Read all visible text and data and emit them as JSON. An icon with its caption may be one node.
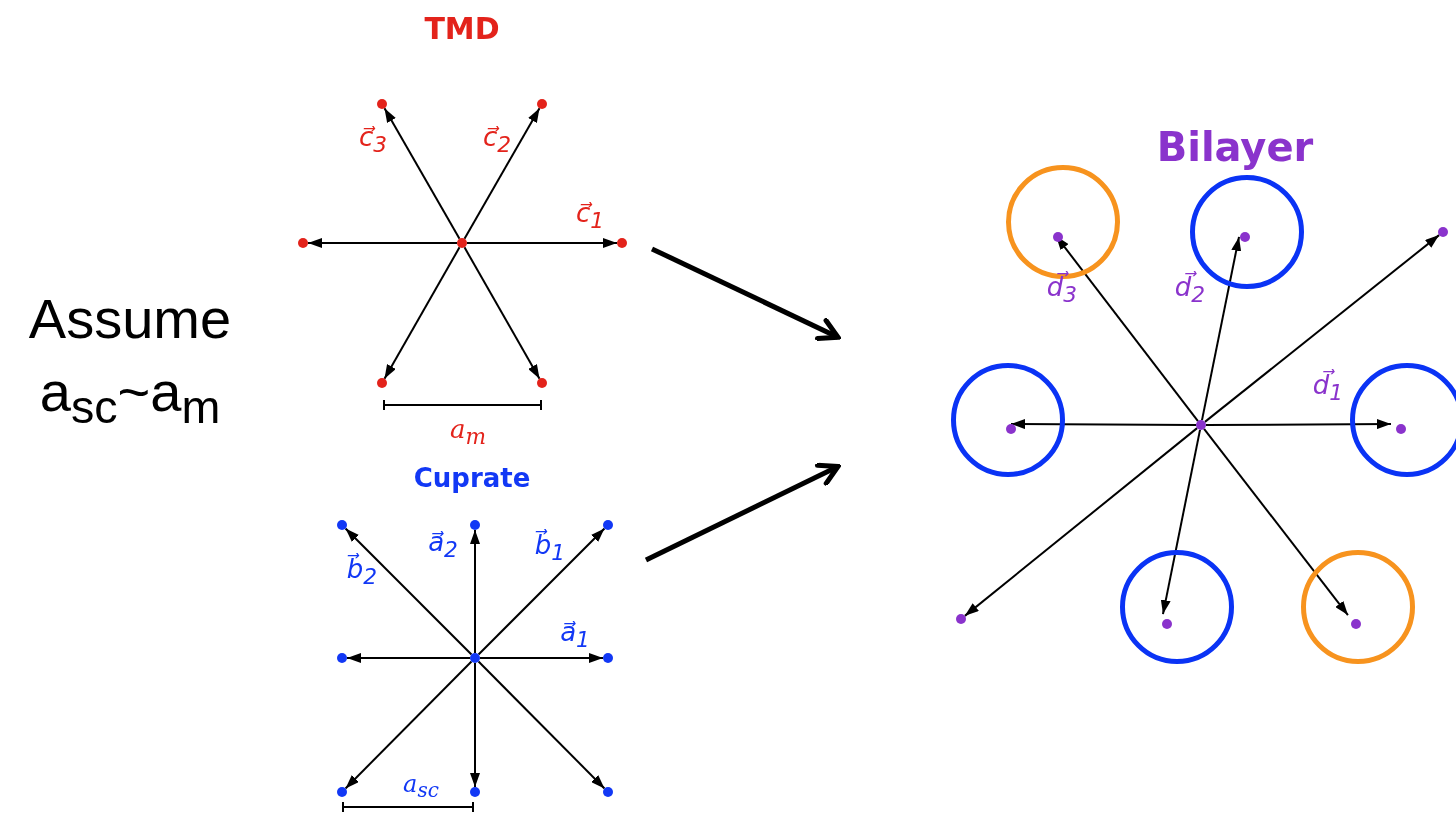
{
  "diagram": {
    "nodes": [
      {
        "text": [
          "TMD"
        ]
      },
      {
        "text": [],
        "shape": "dot",
        "in": 0
      },
      {
        "text": [],
        "shape": "dot",
        "in": 0
      },
      {
        "text": [],
        "shape": "dot",
        "in": 0
      },
      {
        "text": [],
        "shape": "dot",
        "in": 0
      },
      {
        "text": [],
        "shape": "dot",
        "in": 0
      },
      {
        "text": [],
        "shape": "dot",
        "in": 0
      },
      {
        "text": [],
        "shape": "dot",
        "in": 0
      },
      {
        "text": [
          "Cuprate"
        ]
      },
      {
        "text": [],
        "shape": "dot",
        "in": 8
      },
      {
        "text": [],
        "shape": "dot",
        "in": 8
      },
      {
        "text": [],
        "shape": "dot",
        "in": 8
      },
      {
        "text": [],
        "shape": "dot",
        "in": 8
      },
      {
        "text": [],
        "shape": "dot",
        "in": 8
      },
      {
        "text": [],
        "shape": "dot",
        "in": 8
      },
      {
        "text": [],
        "shape": "dot",
        "in": 8
      },
      {
        "text": [],
        "shape": "dot",
        "in": 8
      },
      {
        "text": [],
        "shape": "dot",
        "in": 8
      },
      {
        "text": [
          "Bilayer"
        ]
      },
      {
        "text": [],
        "shape": "dot",
        "in": 18
      },
      {
        "text": [],
        "shape": "circle",
        "in": 18
      },
      {
        "text": [],
        "shape": "dot",
        "in": 20
      },
      {
        "text": [],
        "shape": "circle",
        "in": 18
      },
      {
        "text": [],
        "shape": "dot",
        "in": 22
      },
      {
        "text": [],
        "shape": "dot",
        "in": 18
      },
      {
        "text": [],
        "shape": "circle",
        "in": 18
      },
      {
        "text": [],
        "shape": "dot",
        "in": 25
      },
      {
        "text": [],
        "shape": "circle",
        "in": 18
      },
      {
        "text": [],
        "shape": "dot",
        "in": 27
      },
      {
        "text": [],
        "shape": "dot",
        "in": 18
      },
      {
        "text": [],
        "shape": "circle",
        "in": 18
      },
      {
        "text": [],
        "shape": "dot",
        "in": 30
      },
      {
        "text": [],
        "shape": "circle",
        "in": 18
      },
      {
        "text": [],
        "shape": "dot",
        "in": 32
      }
    ],
    "edges": [
      {
        "from": 1,
        "to": 2,
        "arrow": "to",
        "label": "c⃗$_{1}$"
      },
      {
        "from": 1,
        "to": 3,
        "arrow": "to",
        "label": "c⃗$_{2}$"
      },
      {
        "from": 1,
        "to": 4,
        "arrow": "to",
        "label": "c⃗$_{3}$"
      },
      {
        "from": 1,
        "to": 5,
        "arrow": "to"
      },
      {
        "from": 1,
        "to": 6,
        "arrow": "to"
      },
      {
        "from": 1,
        "to": 7,
        "arrow": "to"
      },
      {
        "from": 9,
        "to": 10,
        "arrow": "to",
        "label": "a⃗$_{1}$"
      },
      {
        "from": 9,
        "to": 11,
        "arrow": "to",
        "label": "b⃗$_{1}$"
      },
      {
        "from": 9,
        "to": 12,
        "arrow": "to",
        "label": "a⃗$_{2}$"
      },
      {
        "from": 9,
        "to": 13,
        "arrow": "to",
        "label": "b⃗$_{2}$"
      },
      {
        "from": 9,
        "to": 14,
        "arrow": "to"
      },
      {
        "from": 9,
        "to": 15,
        "arrow": "to"
      },
      {
        "from": 9,
        "to": 16,
        "arrow": "to"
      },
      {
        "from": 9,
        "to": 17,
        "arrow": "to"
      },
      {
        "from": 19,
        "to": 28,
        "arrow": "to",
        "label": "d⃗$_{1}$"
      },
      {
        "from": 19,
        "to": 23,
        "arrow": "to",
        "label": "d⃗$_{2}$"
      },
      {
        "from": 19,
        "to": 21,
        "arrow": "to",
        "label": "d⃗$_{3}$"
      },
      {
        "from": 19,
        "to": 24,
        "arrow": "to"
      },
      {
        "from": 19,
        "to": 26,
        "arrow": "to"
      },
      {
        "from": 19,
        "to": 29,
        "arrow": "to"
      },
      {
        "from": 19,
        "to": 31,
        "arrow": "to"
      },
      {
        "from": 19,
        "to": 33,
        "arrow": "to"
      },
      {
        "from": 0,
        "to": 18,
        "arrow": "to",
        "style": "thick"
      },
      {
        "from": 8,
        "to": 18,
        "arrow": "to",
        "style": "thick"
      }
    ],
    "labels": [
      "Assume a$_{sc}$~a$_{m}$",
      "a$_{m}$",
      "a$_{sc}$"
    ]
  }
}
